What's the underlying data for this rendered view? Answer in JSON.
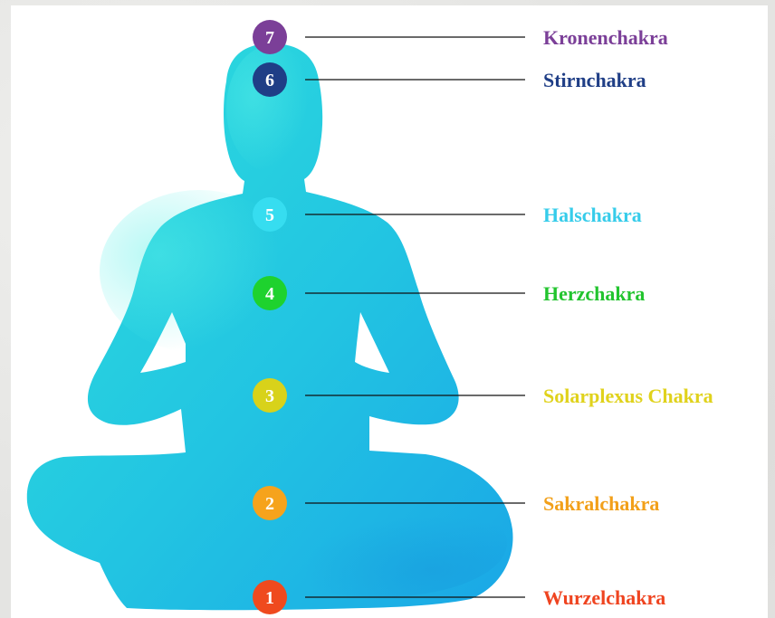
{
  "chakras": [
    {
      "number": "7",
      "label": "Kronenchakra",
      "color": "#7b3f98",
      "label_color": "#7b3f98"
    },
    {
      "number": "6",
      "label": "Stirnchakra",
      "color": "#1f3e86",
      "label_color": "#1f3e86"
    },
    {
      "number": "5",
      "label": "Halschakra",
      "color": "#36ddf0",
      "label_color": "#36ccea"
    },
    {
      "number": "4",
      "label": "Herzchakra",
      "color": "#1ed22e",
      "label_color": "#22c42e"
    },
    {
      "number": "3",
      "label": "Solarplexus Chakra",
      "color": "#d8d21a",
      "label_color": "#e0d21c"
    },
    {
      "number": "2",
      "label": "Sakralchakra",
      "color": "#f6a31c",
      "label_color": "#f2a01a"
    },
    {
      "number": "1",
      "label": "Wurzelchakra",
      "color": "#ef4a1e",
      "label_color": "#ef4420"
    }
  ],
  "colors": {
    "silhouette_light": "#2ee0dc",
    "silhouette_dark": "#1aa7e6",
    "background": "#e4e4e2",
    "panel": "#ffffff"
  }
}
